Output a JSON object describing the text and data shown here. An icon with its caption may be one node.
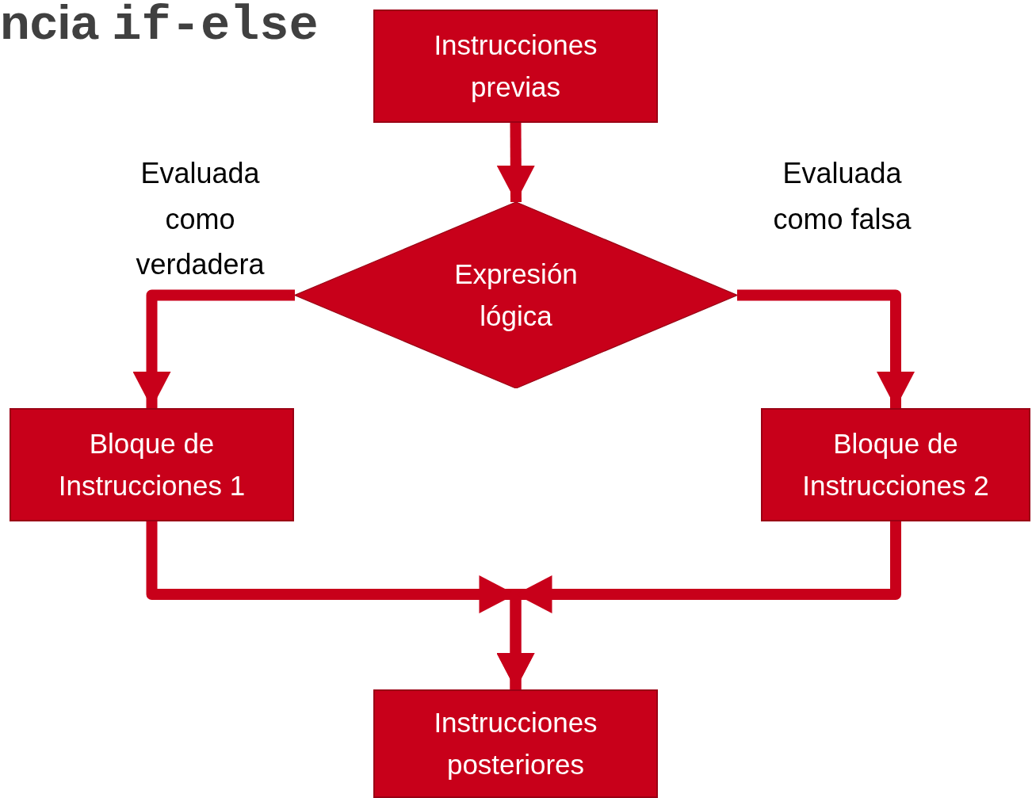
{
  "diagram": {
    "title": "ncia if-else",
    "nodes": [
      {
        "text": [
          "Instrucciones previas"
        ]
      },
      {
        "text": [
          "Expresión lógica"
        ]
      },
      {
        "text": [
          "Bloque de Instrucciones 1"
        ]
      },
      {
        "text": [
          "Bloque de Instrucciones 2"
        ]
      },
      {
        "text": [
          "Instrucciones posteriores"
        ]
      }
    ],
    "edges": [
      {
        "from": 0,
        "to": 1,
        "arrow": "to"
      },
      {
        "from": 1,
        "to": 2,
        "arrow": "to",
        "label": "Evaluada como verdadera"
      },
      {
        "from": 1,
        "to": 3,
        "arrow": "to",
        "label": "Evaluada como falsa"
      },
      {
        "from": 2,
        "to": 4,
        "arrow": "to"
      },
      {
        "from": 3,
        "to": 4,
        "arrow": "to"
      }
    ]
  }
}
